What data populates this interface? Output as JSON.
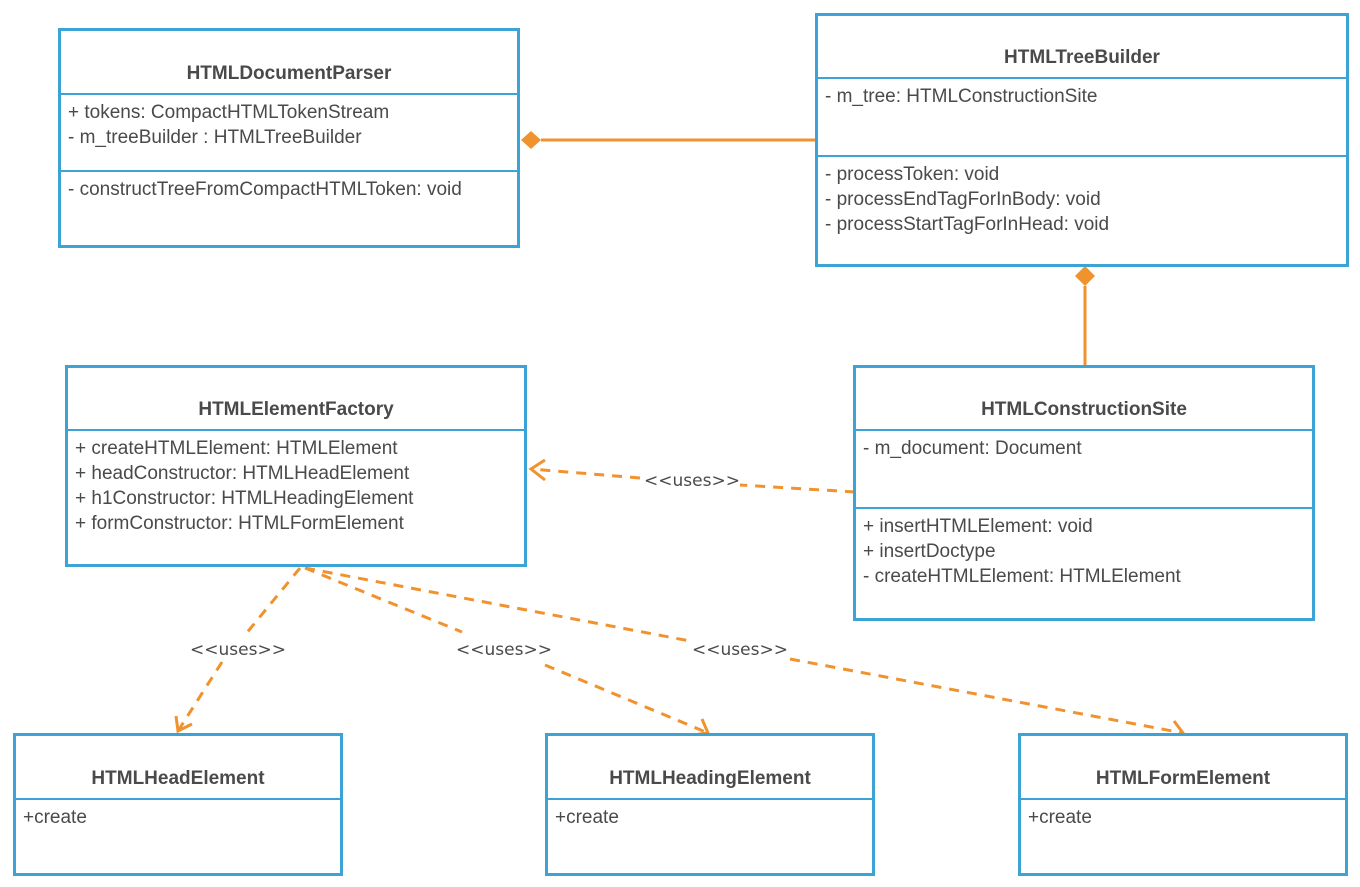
{
  "classes": {
    "parser": {
      "name": "HTMLDocumentParser",
      "attributes": [
        "+ tokens: CompactHTMLTokenStream",
        "- m_treeBuilder : HTMLTreeBuilder"
      ],
      "methods": [
        "- constructTreeFromCompactHTMLToken: void"
      ]
    },
    "tree_builder": {
      "name": "HTMLTreeBuilder",
      "attributes": [
        "- m_tree: HTMLConstructionSite"
      ],
      "methods": [
        "- processToken: void",
        "- processEndTagForInBody: void",
        "- processStartTagForInHead: void"
      ]
    },
    "factory": {
      "name": "HTMLElementFactory",
      "attributes": [
        "+ createHTMLElement: HTMLElement",
        "+ headConstructor: HTMLHeadElement",
        "+ h1Constructor: HTMLHeadingElement",
        "+ formConstructor: HTMLFormElement"
      ],
      "methods": []
    },
    "construction_site": {
      "name": "HTMLConstructionSite",
      "attributes": [
        "- m_document: Document"
      ],
      "methods": [
        "+ insertHTMLElement: void",
        "+ insertDoctype",
        "- createHTMLElement: HTMLElement"
      ]
    },
    "head_element": {
      "name": "HTMLHeadElement",
      "attributes": [
        "+create"
      ],
      "methods": []
    },
    "heading_element": {
      "name": "HTMLHeadingElement",
      "attributes": [
        "+create"
      ],
      "methods": []
    },
    "form_element": {
      "name": "HTMLFormElement",
      "attributes": [
        "+create"
      ],
      "methods": []
    }
  },
  "relations": {
    "uses_label": "<<uses>>"
  },
  "colors": {
    "class_border": "#3ba3d6",
    "relation": "#f0922e",
    "text": "#4a4a4a"
  }
}
